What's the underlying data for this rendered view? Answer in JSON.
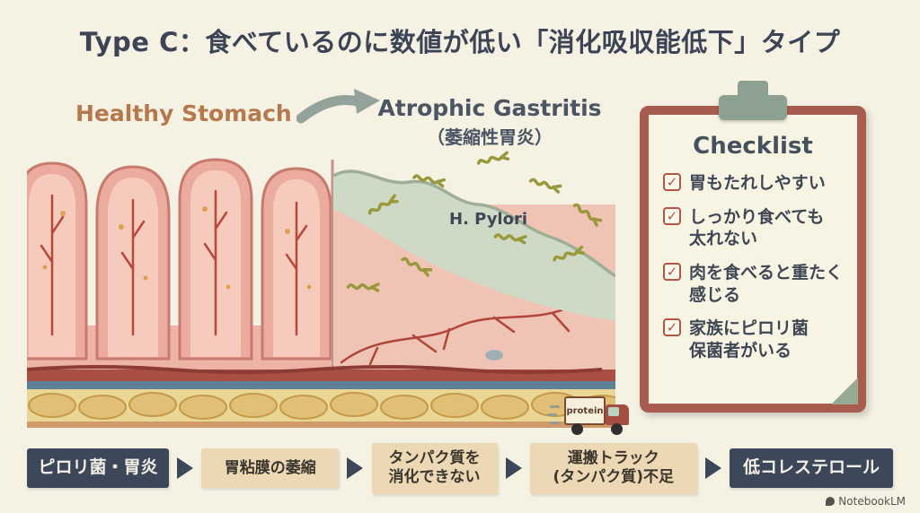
{
  "title": "Type C：食べているのに数値が低い「消化吸収能低下」タイプ",
  "illustration": {
    "healthy_label": "Healthy Stomach",
    "atrophic_label": "Atrophic Gastritis",
    "atrophic_sublabel": "（萎縮性胃炎）",
    "bacteria_label": "H. Pylori"
  },
  "checklist": {
    "title": "Checklist",
    "check_icon": "✓",
    "items": [
      "胃もたれしやすい",
      "しっかり食べても\n太れない",
      "肉を食べると重たく\n感じる",
      "家族にピロリ菌\n保菌者がいる"
    ]
  },
  "flow": {
    "steps": [
      {
        "label": "ピロリ菌・胃炎",
        "variant": "dark"
      },
      {
        "label": "胃粘膜の萎縮",
        "variant": "light"
      },
      {
        "label": "タンパク質を\n消化できない",
        "variant": "light"
      },
      {
        "label": "運搬トラック\n(タンパク質)不足",
        "variant": "light"
      },
      {
        "label": "低コレステロール",
        "variant": "dark"
      }
    ],
    "truck_label": "protein"
  },
  "watermark": "NotebookLM",
  "colors": {
    "background": "#f5f1e3",
    "title_text": "#3d4456",
    "healthy_label": "#b5794e",
    "atrophic_label": "#4b5563",
    "clipboard_frame": "#a85c4d",
    "clip_green": "#8da192",
    "check_red": "#b25544",
    "dark_box": "#3c4859",
    "light_box": "#ecd8b4",
    "bacteria_olive": "#9a983c"
  }
}
